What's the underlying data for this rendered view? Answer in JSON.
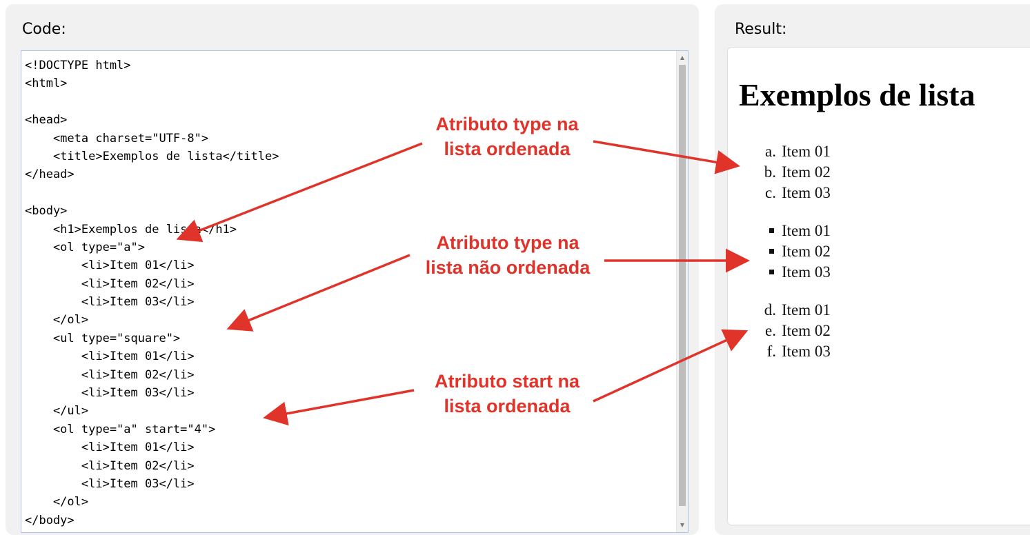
{
  "code_panel": {
    "label": "Code:",
    "lines": [
      "<!DOCTYPE html>",
      "<html>",
      "",
      "<head>",
      "    <meta charset=\"UTF-8\">",
      "    <title>Exemplos de lista</title>",
      "</head>",
      "",
      "<body>",
      "    <h1>Exemplos de lista</h1>",
      "    <ol type=\"a\">",
      "        <li>Item 01</li>",
      "        <li>Item 02</li>",
      "        <li>Item 03</li>",
      "    </ol>",
      "    <ul type=\"square\">",
      "        <li>Item 01</li>",
      "        <li>Item 02</li>",
      "        <li>Item 03</li>",
      "    </ul>",
      "    <ol type=\"a\" start=\"4\">",
      "        <li>Item 01</li>",
      "        <li>Item 02</li>",
      "        <li>Item 03</li>",
      "    </ol>",
      "</body>"
    ]
  },
  "result_panel": {
    "label": "Result:",
    "heading": "Exemplos de lista",
    "ordered_list_a": {
      "markers": [
        "a.",
        "b.",
        "c."
      ],
      "items": [
        "Item 01",
        "Item 02",
        "Item 03"
      ]
    },
    "unordered_list_square": {
      "items": [
        "Item 01",
        "Item 02",
        "Item 03"
      ]
    },
    "ordered_list_start": {
      "markers": [
        "d.",
        "e.",
        "f."
      ],
      "items": [
        "Item 01",
        "Item 02",
        "Item 03"
      ]
    }
  },
  "annotations": {
    "ol_type": [
      "Atributo type na",
      "lista ordenada"
    ],
    "ul_type": [
      "Atributo type na",
      "lista não ordenada"
    ],
    "ol_start": [
      "Atributo start na",
      "lista ordenada"
    ]
  },
  "colors": {
    "annotation": "#e0332a",
    "panel_bg": "#f1f1f1",
    "editor_border": "#a9c1e6"
  },
  "icons": {
    "scroll_up": "triangle-up-icon",
    "scroll_down": "triangle-down-icon"
  }
}
